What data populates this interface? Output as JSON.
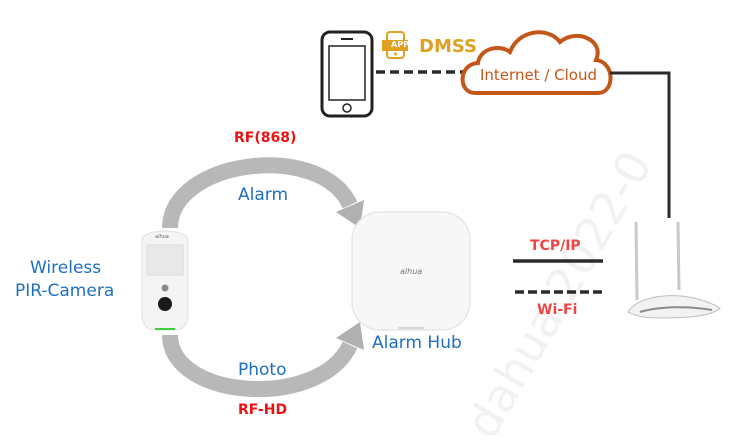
{
  "nodes": {
    "phone": {
      "label": ""
    },
    "app": {
      "badge": "APP",
      "name": "DMSS"
    },
    "cloud": {
      "label": "Internet / Cloud"
    },
    "camera": {
      "label_line1": "Wireless",
      "label_line2": "PIR-Camera",
      "brand": "alhua"
    },
    "hub": {
      "label": "Alarm Hub",
      "brand": "alhua"
    },
    "router": {
      "label": ""
    }
  },
  "links": {
    "alarm": {
      "protocol": "RF(868)",
      "label": "Alarm"
    },
    "photo": {
      "protocol": "RF-HD",
      "label": "Photo"
    },
    "wired": {
      "protocol": "TCP/IP"
    },
    "wireless": {
      "protocol": "Wi-Fi"
    }
  },
  "watermark": "dahua 2022-0",
  "colors": {
    "blue_text": "#1f6fc2",
    "red_text": "#ee1111",
    "orange": "#c5561a",
    "app_gold": "#e0a020",
    "arrow_gray": "#b8b8b8",
    "line_dark": "#2b2b2b"
  }
}
